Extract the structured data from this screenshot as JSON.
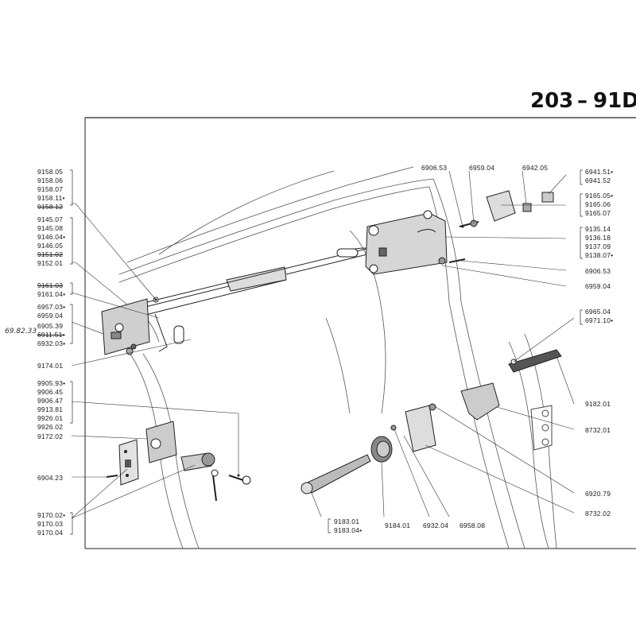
{
  "header": {
    "model": "203",
    "dash": "–",
    "plate": "91D"
  },
  "handwritten": "69.82.33",
  "labels": {
    "g1": [
      "9158.05",
      "9158.06",
      "9158.07",
      "9158.11•",
      "9158.12"
    ],
    "g2": [
      "9145.07",
      "9145.08",
      "9146.04•",
      "9146.05",
      "9151.02",
      "9152.01"
    ],
    "g3": [
      "9161.03",
      "9161.04•"
    ],
    "g4": [
      "6957.03•",
      "6959.04",
      "6905.39",
      "6911.51•",
      "6932.03•"
    ],
    "g5": [
      "9174.01"
    ],
    "g6": [
      "9905.93•",
      "9906.45",
      "9906.47",
      "9913.81",
      "9926.01",
      "9926.02"
    ],
    "g7": [
      "9172.02"
    ],
    "g8": [
      "6904.23"
    ],
    "g9": [
      "9170.02•",
      "9170.03",
      "9170.04"
    ],
    "g10": [
      "9183.01",
      "9183.04•"
    ],
    "b1": "9184.01",
    "b2": "6932.04",
    "b3": "6958.08",
    "t1": "6906.53",
    "t2": "6959.04",
    "t3": "6942.05",
    "t4": [
      "6941.51•",
      "6941.52"
    ],
    "r1": [
      "9165.05•",
      "9165.06",
      "9165.07"
    ],
    "r2": [
      "9135.14",
      "9136.18",
      "9137.09",
      "9138.07•"
    ],
    "r3": "6906.53",
    "r4": "6959.04",
    "r5": [
      "6965.04",
      "6971.10•"
    ],
    "r6": "9182.01",
    "r7": "8732.01",
    "r8": "6920.79",
    "r9": "8732.02"
  }
}
